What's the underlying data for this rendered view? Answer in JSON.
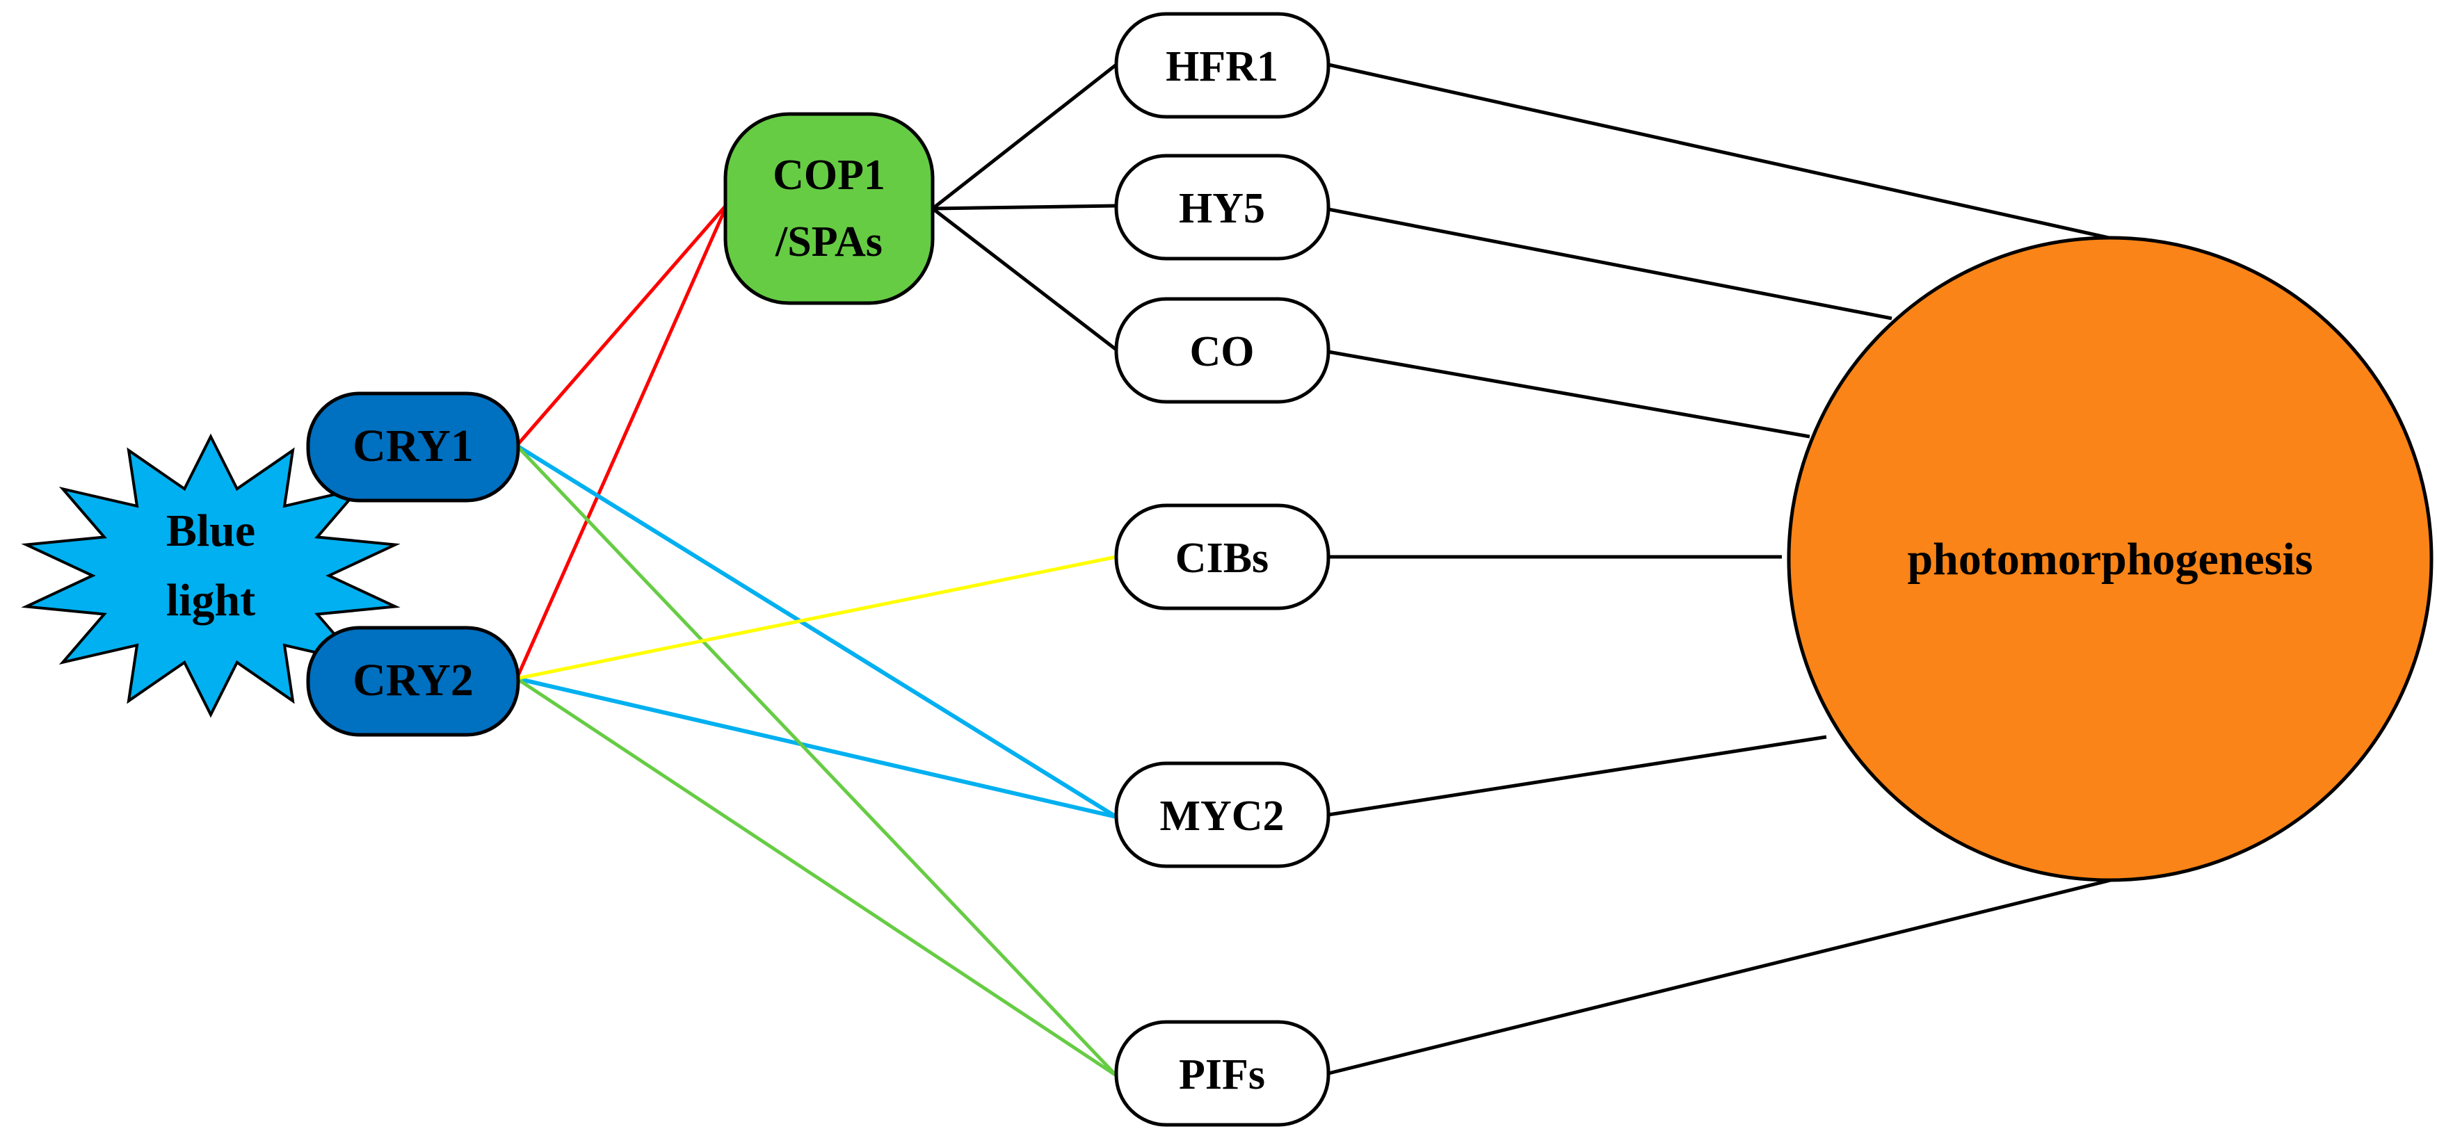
{
  "colors": {
    "blue_light_fill": "#00b0f0",
    "cry_fill": "#0070c0",
    "cop1_fill": "#66cc44",
    "target_fill": "#ffffff",
    "outcome_fill": "#fa8417",
    "edge_red": "#ff0000",
    "edge_cyan": "#00b0f0",
    "edge_green": "#66cc44",
    "edge_yellow": "#ffff00",
    "edge_black": "#000000"
  },
  "nodes": {
    "blue_light": {
      "line1": "Blue",
      "line2": "light"
    },
    "cry1": {
      "label": "CRY1"
    },
    "cry2": {
      "label": "CRY2"
    },
    "cop1": {
      "line1": "COP1",
      "line2": "/SPAs"
    },
    "hfr1": {
      "label": "HFR1"
    },
    "hy5": {
      "label": "HY5"
    },
    "co": {
      "label": "CO"
    },
    "cibs": {
      "label": "CIBs"
    },
    "myc2": {
      "label": "MYC2"
    },
    "pifs": {
      "label": "PIFs"
    },
    "photomorphogenesis": {
      "label": "photomorphogenesis"
    }
  },
  "edges": [
    {
      "from": "cry1",
      "to": "cop1",
      "color": "red"
    },
    {
      "from": "cry2",
      "to": "cop1",
      "color": "red"
    },
    {
      "from": "cry1",
      "to": "myc2",
      "color": "cyan"
    },
    {
      "from": "cry2",
      "to": "myc2",
      "color": "cyan"
    },
    {
      "from": "cry1",
      "to": "pifs",
      "color": "green"
    },
    {
      "from": "cry2",
      "to": "pifs",
      "color": "green"
    },
    {
      "from": "cry2",
      "to": "cibs",
      "color": "yellow"
    },
    {
      "from": "cop1",
      "to": "hfr1",
      "color": "black"
    },
    {
      "from": "cop1",
      "to": "hy5",
      "color": "black"
    },
    {
      "from": "cop1",
      "to": "co",
      "color": "black"
    },
    {
      "from": "hfr1",
      "to": "photomorphogenesis",
      "color": "black"
    },
    {
      "from": "hy5",
      "to": "photomorphogenesis",
      "color": "black"
    },
    {
      "from": "co",
      "to": "photomorphogenesis",
      "color": "black"
    },
    {
      "from": "cibs",
      "to": "photomorphogenesis",
      "color": "black"
    },
    {
      "from": "myc2",
      "to": "photomorphogenesis",
      "color": "black"
    },
    {
      "from": "pifs",
      "to": "photomorphogenesis",
      "color": "black"
    }
  ]
}
